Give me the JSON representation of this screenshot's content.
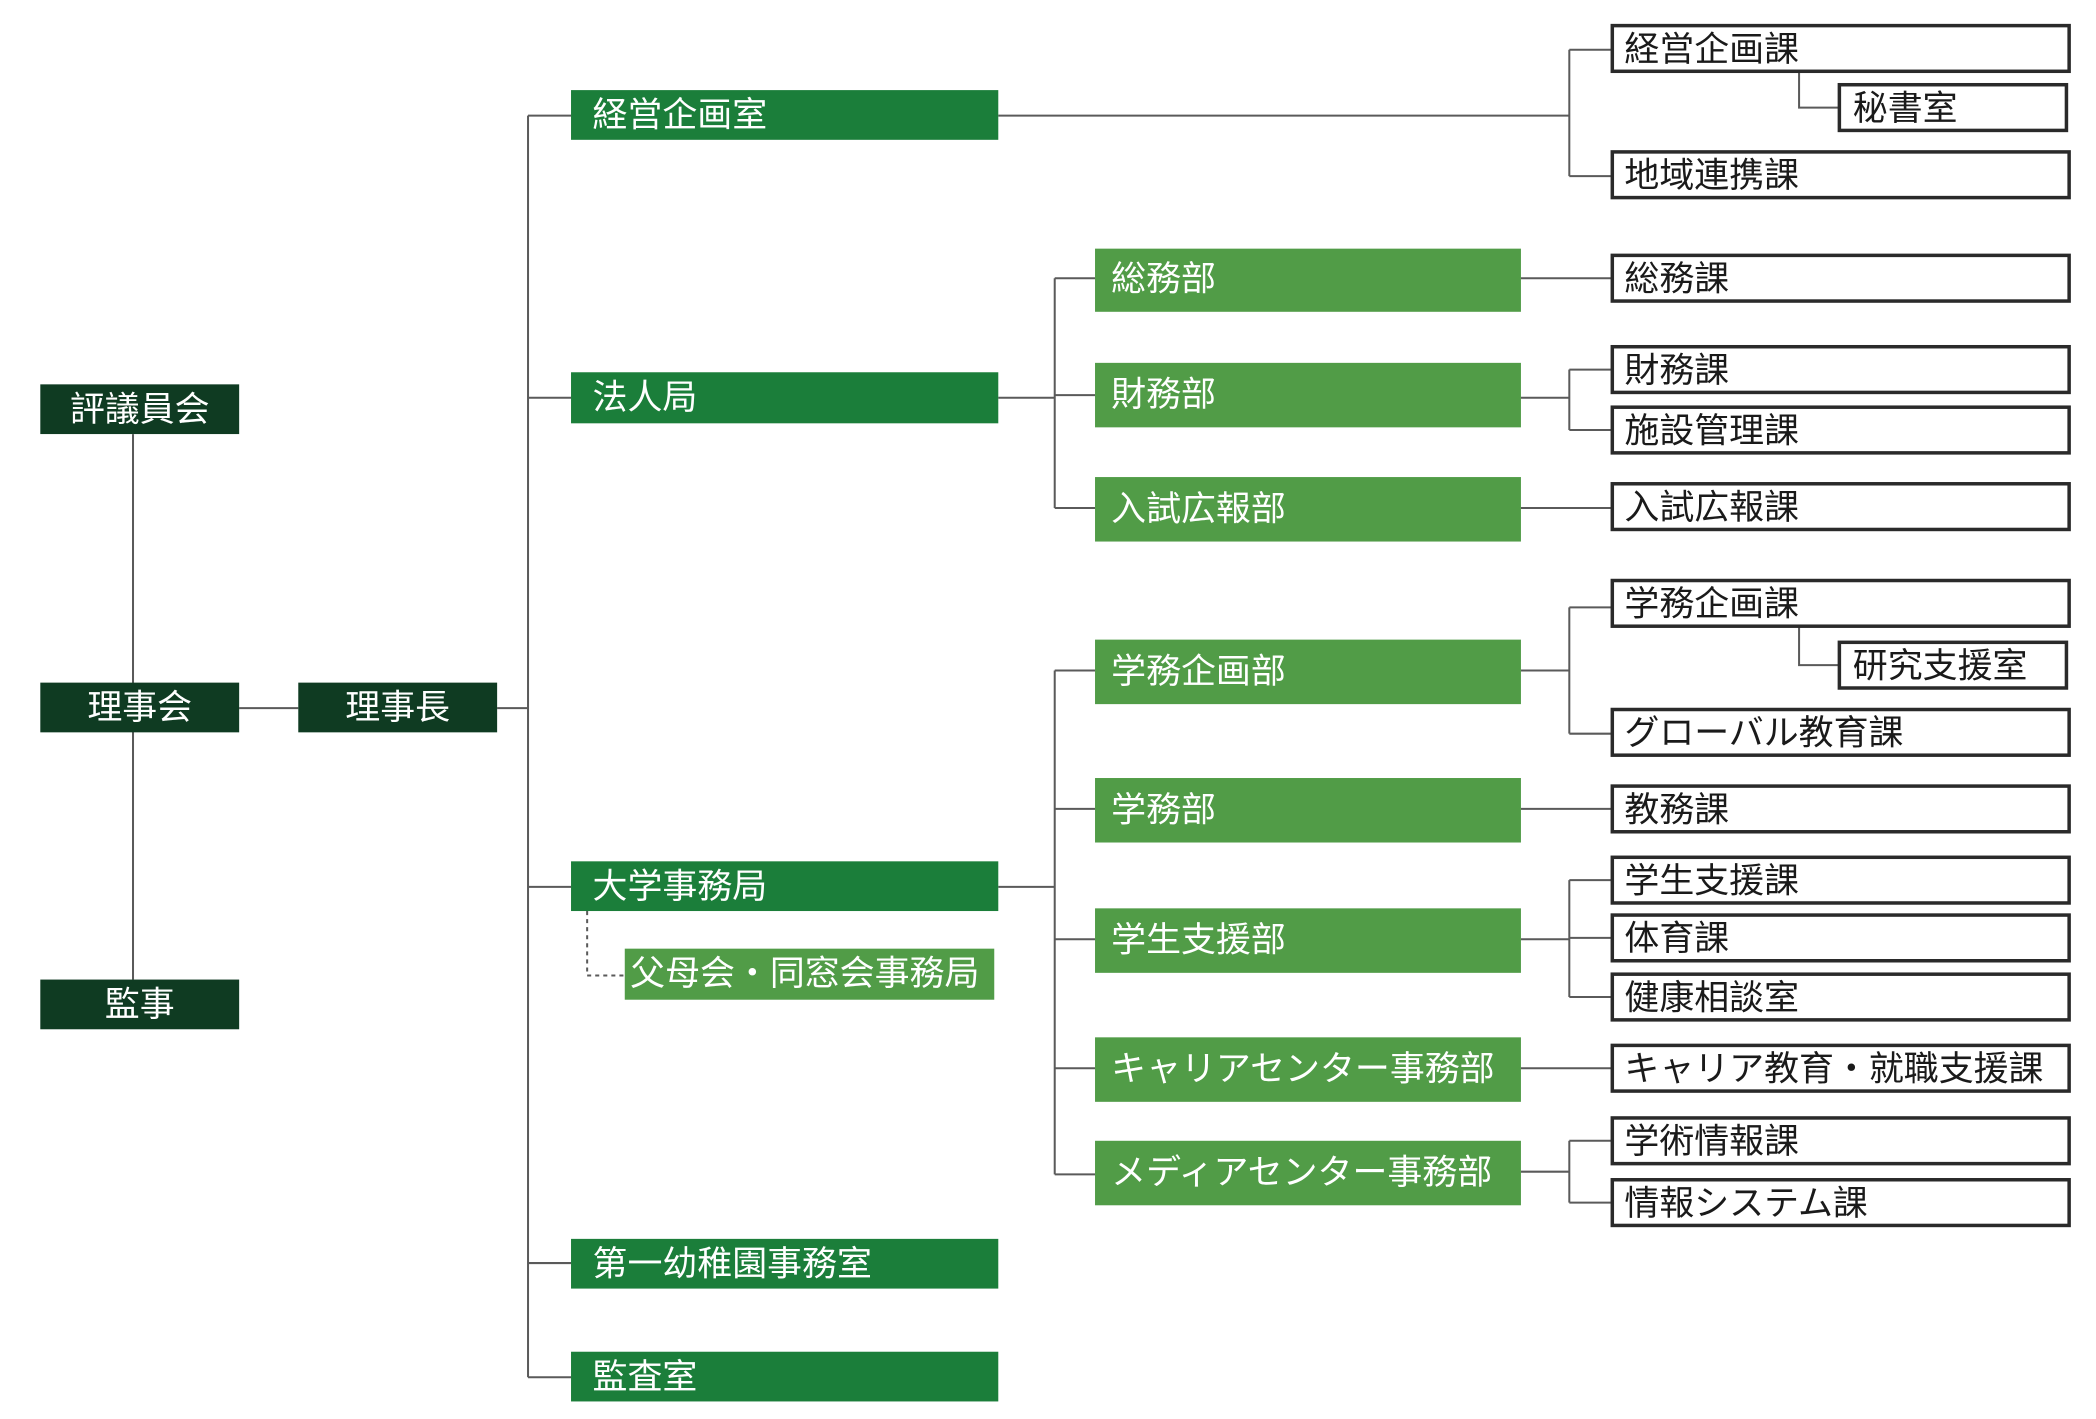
{
  "governance": {
    "council": "評議員会",
    "board": "理事会",
    "auditors": "監事",
    "chairman": "理事長"
  },
  "planning_office": {
    "label": "経営企画室",
    "sections": [
      {
        "label": "経営企画課",
        "sub": "秘書室"
      },
      {
        "label": "地域連携課"
      }
    ]
  },
  "corporate_bureau": {
    "label": "法人局",
    "departments": [
      {
        "label": "総務部",
        "sections": [
          {
            "label": "総務課"
          }
        ]
      },
      {
        "label": "財務部",
        "sections": [
          {
            "label": "財務課"
          },
          {
            "label": "施設管理課"
          }
        ]
      },
      {
        "label": "入試広報部",
        "sections": [
          {
            "label": "入試広報課"
          }
        ]
      }
    ]
  },
  "university_bureau": {
    "label": "大学事務局",
    "affiliate": "父母会・同窓会事務局",
    "departments": [
      {
        "label": "学務企画部",
        "sections": [
          {
            "label": "学務企画課",
            "sub": "研究支援室"
          },
          {
            "label": "グローバル教育課"
          }
        ]
      },
      {
        "label": "学務部",
        "sections": [
          {
            "label": "教務課"
          }
        ]
      },
      {
        "label": "学生支援部",
        "sections": [
          {
            "label": "学生支援課"
          },
          {
            "label": "体育課"
          },
          {
            "label": "健康相談室"
          }
        ]
      },
      {
        "label": "キャリアセンター事務部",
        "sections": [
          {
            "label": "キャリア教育・就職支援課"
          }
        ]
      },
      {
        "label": "メディアセンター事務部",
        "sections": [
          {
            "label": "学術情報課"
          },
          {
            "label": "情報システム課"
          }
        ]
      }
    ]
  },
  "kindergarten_office": {
    "label": "第一幼稚園事務室"
  },
  "audit_office": {
    "label": "監査室"
  },
  "colors": {
    "governance": "#0f3b22",
    "bureau": "#1b7e3a",
    "department": "#519c47",
    "section_border": "#2a2a2a",
    "connector": "#5a5a5a"
  }
}
